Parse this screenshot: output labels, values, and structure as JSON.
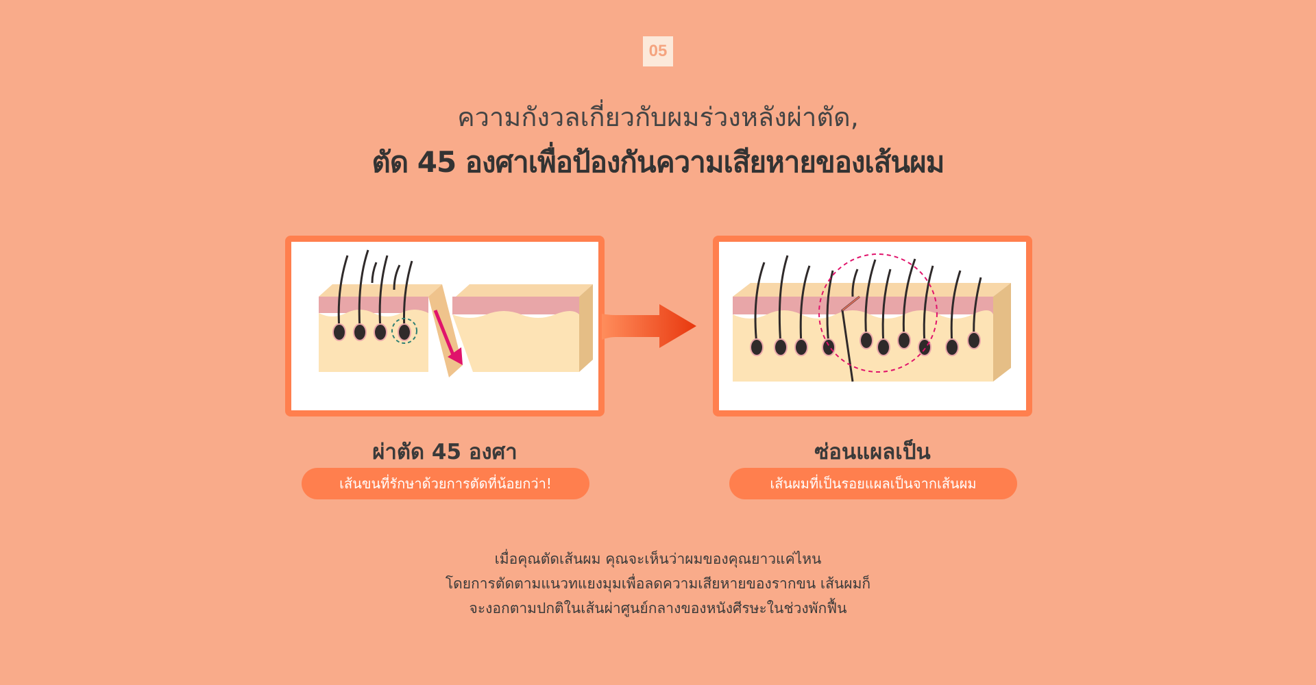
{
  "step": {
    "number": "05"
  },
  "headline": {
    "line1": "ความกังวลเกี่ยวกับผมร่วงหลังผ่าตัด,",
    "line2": "ตัด 45 องศาเพื่อป้องกันความเสียหายของเส้นผม"
  },
  "left_card": {
    "title": "ผ่าตัด 45 องศา",
    "pill": "เส้นขนที่รักษาด้วยการตัดที่น้อยกว่า!"
  },
  "right_card": {
    "title": "ซ่อนแผลเป็น",
    "pill": "เส้นผมที่เป็นรอยแผลเป็นจากเส้นผม"
  },
  "description": {
    "lines": [
      "เมื่อคุณตัดเส้นผม คุณจะเห็นว่าผมของคุณยาวแค่ไหน",
      "โดยการตัดตามแนวทแยงมุมเพื่อลดความเสียหายของรากขน เส้นผมก็",
      "จะงอกตามปกติในเส้นผ่าศูนย์กลางของหนังศีรษะในช่วงพักฟื้น"
    ]
  },
  "colors": {
    "background": "#F9AB8A",
    "accent": "#FF7F4E",
    "skin": "#FDE3B5",
    "skin_pink": "#E8A6A8",
    "hair": "#2f2a2a",
    "highlight": "#E0136B"
  },
  "icons": [
    "scalp-cut-illustration-icon",
    "arrow-right-icon",
    "scalp-healed-illustration-icon"
  ]
}
